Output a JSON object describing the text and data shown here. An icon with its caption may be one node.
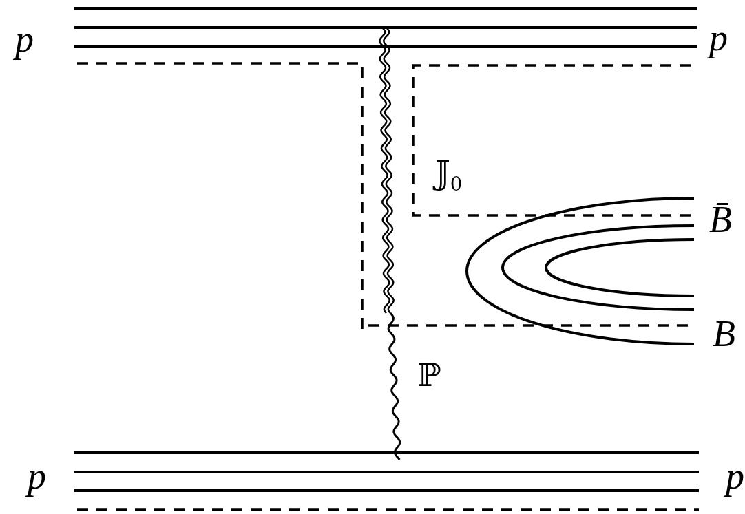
{
  "diagram": {
    "labels": [
      "p",
      "p",
      "𝕁$_{0}$",
      "B̄",
      "B",
      "ℙ",
      "p",
      "p"
    ]
  }
}
